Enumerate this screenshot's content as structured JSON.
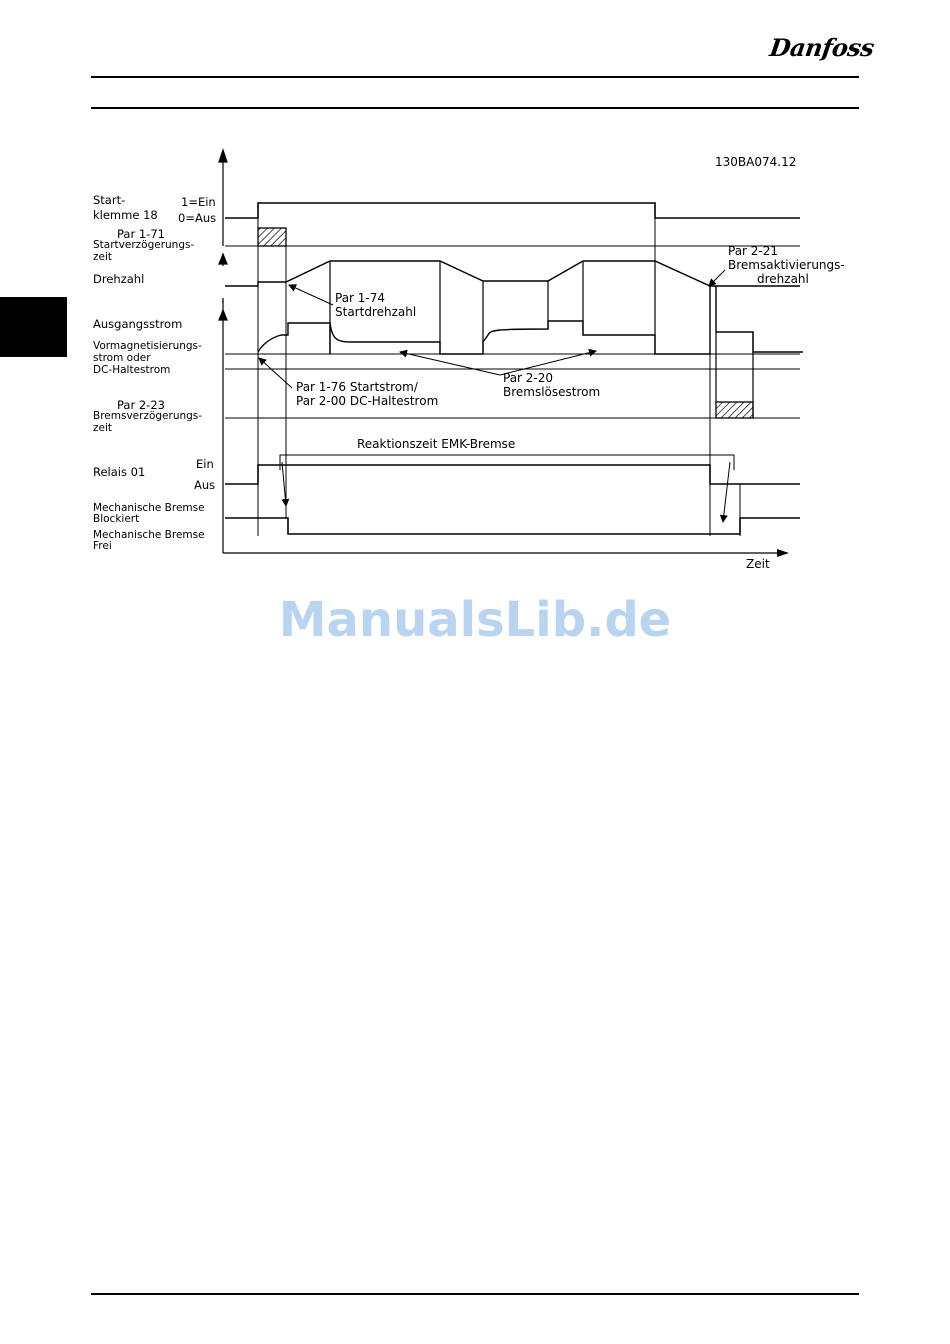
{
  "header": {
    "logo_text": "Danfoss"
  },
  "figure": {
    "id": "130BA074.12",
    "signals": {
      "start_terminal": {
        "label_line1": "Start-",
        "label_line2": "klemme 18",
        "level_high": "1=Ein",
        "level_low": "0=Aus"
      },
      "start_delay": {
        "par": "Par 1-71",
        "label_line1": "Startverzögerungs-",
        "label_line2": "zeit"
      },
      "speed": {
        "label": "Drehzahl"
      },
      "output_current": {
        "label": "Ausgangsstrom"
      },
      "premag": {
        "line1": "Vormagnetisierungs-",
        "line2": "strom oder",
        "line3": "DC-Haltestrom"
      },
      "brake_delay": {
        "par": "Par 2-23",
        "label_line1": "Bremsverzögerungs-",
        "label_line2": "zeit"
      },
      "relay": {
        "label": "Relais 01",
        "level_on": "Ein",
        "level_off": "Aus"
      },
      "mech_brake": {
        "blocked_line1": "Mechanische Bremse",
        "blocked_line2": "Blockiert",
        "free_line1": "Mechanische Bremse",
        "free_line2": "Frei"
      }
    },
    "annotations": {
      "par_2_21": {
        "line1": "Par 2-21",
        "line2": "Bremsaktivierungs-",
        "line3": "drehzahl"
      },
      "par_1_74": {
        "line1": "Par 1-74",
        "line2": "Startdrehzahl"
      },
      "par_1_76": {
        "line1": "Par 1-76 Startstrom/",
        "line2": "Par 2-00 DC-Haltestrom"
      },
      "par_2_20": {
        "line1": "Par 2-20",
        "line2": "Bremslösestrom"
      },
      "reaction_time": "Reaktionszeit EMK-Bremse"
    },
    "axis": {
      "x_label": "Zeit"
    }
  },
  "watermark": "ManualsLib.de"
}
